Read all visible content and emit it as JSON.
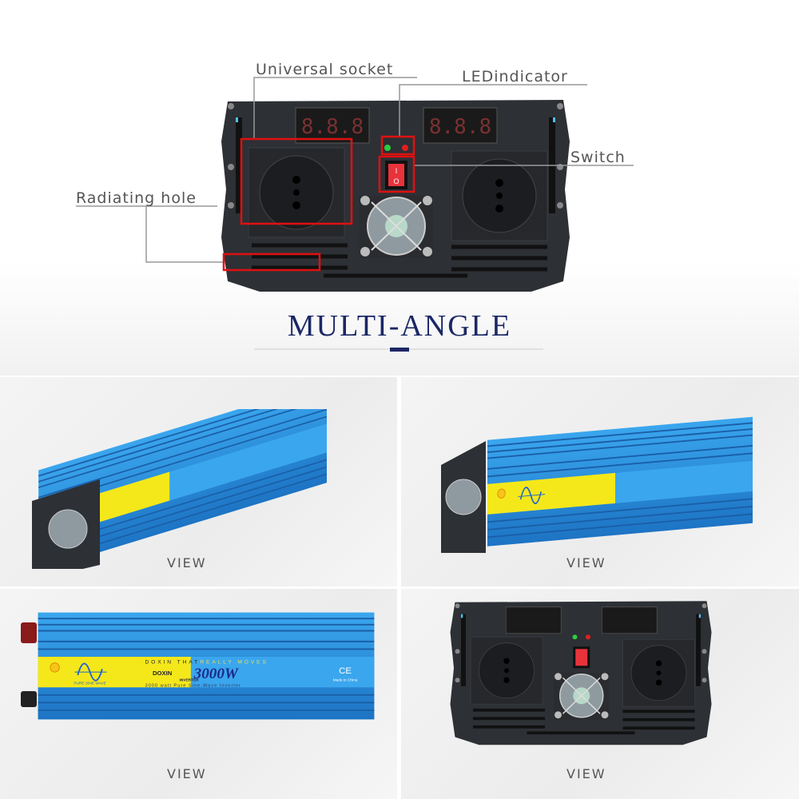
{
  "header": {
    "title": "MULTI-ANGLE",
    "accent_color": "#1b2766"
  },
  "callouts": {
    "universal_socket": "Universal socket",
    "led_indicator": "LEDindicator",
    "switch": "Switch",
    "radiating_hole": "Radiating hole",
    "highlight_color": "#e01010"
  },
  "panel": {
    "display_reading": "8.8.8",
    "switch_on": "I",
    "switch_off": "O"
  },
  "product_label": {
    "slogan_brand": "DOXIN THAT ",
    "slogan_rest": "REALLY MOVES",
    "power": "3000W",
    "brand": "DOXIN",
    "type": "INVERTER",
    "description": "3000 watt Pure Sine-Wave Inverter",
    "wave_caption": "PURE SINE WAVE",
    "ce_mark": "CE",
    "origin": "Made in China",
    "body_color": "#2a8ad8",
    "label_yellow": "#f5e81a"
  },
  "views": [
    {
      "label": "VIEW"
    },
    {
      "label": "VIEW"
    },
    {
      "label": "VIEW"
    },
    {
      "label": "VIEW"
    }
  ]
}
